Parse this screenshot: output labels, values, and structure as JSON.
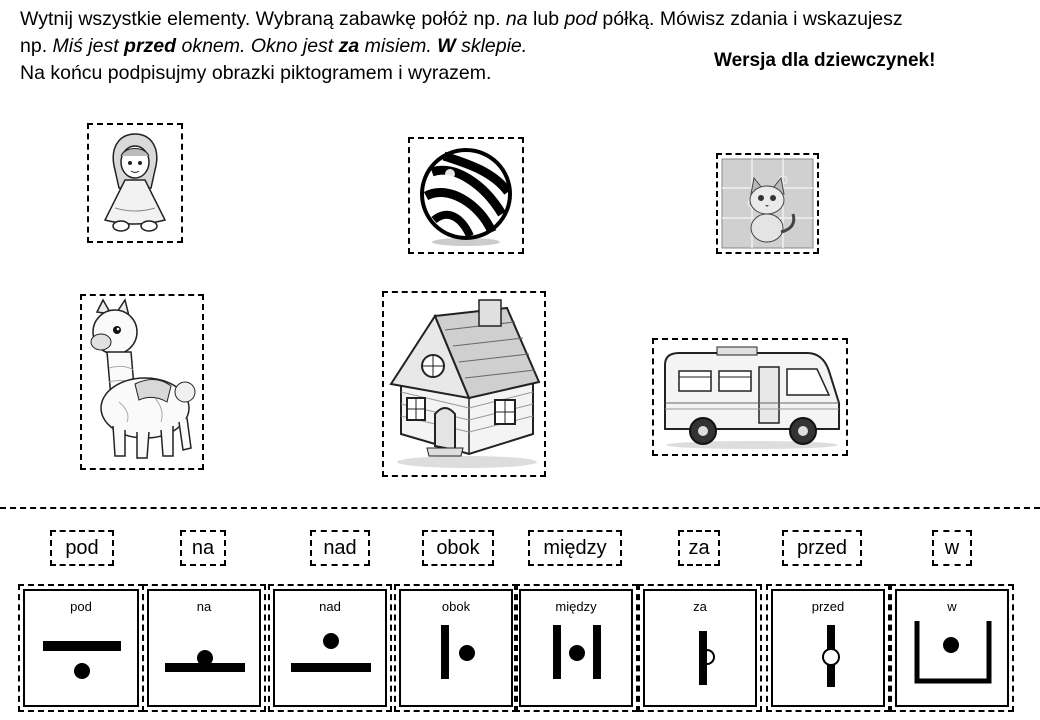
{
  "instructions": {
    "line1": [
      "Wytnij wszystkie elementy. Wybraną zabawkę połóż np. ",
      "na",
      " lub ",
      "pod",
      " półką. Mówisz zdania i wskazujesz"
    ],
    "line2": [
      "np. ",
      "Miś jest ",
      "przed",
      " oknem. Okno jest ",
      "za",
      " misiem. ",
      "W",
      " sklepie."
    ],
    "line3": "Na końcu podpisujmy obrazki piktogramem i wyrazem."
  },
  "version_label": "Wersja dla dziewczynek!",
  "cutouts": [
    {
      "name": "doll",
      "icon": "doll-icon"
    },
    {
      "name": "ball",
      "icon": "ball-icon"
    },
    {
      "name": "puzzle",
      "icon": "cat-puzzle-icon"
    },
    {
      "name": "llama",
      "icon": "llama-icon"
    },
    {
      "name": "house",
      "icon": "house-icon"
    },
    {
      "name": "camper",
      "icon": "camper-van-icon"
    }
  ],
  "words": [
    "pod",
    "na",
    "nad",
    "obok",
    "między",
    "za",
    "przed",
    "w"
  ],
  "pictograms": [
    {
      "label": "pod",
      "symbol": "dot-below-bar"
    },
    {
      "label": "na",
      "symbol": "dot-on-bar"
    },
    {
      "label": "nad",
      "symbol": "dot-above-bar"
    },
    {
      "label": "obok",
      "symbol": "dot-beside-bar"
    },
    {
      "label": "między",
      "symbol": "dot-between-bars"
    },
    {
      "label": "za",
      "symbol": "dot-behind-bar"
    },
    {
      "label": "przed",
      "symbol": "dot-in-front-of-bar"
    },
    {
      "label": "w",
      "symbol": "dot-in-container"
    }
  ]
}
